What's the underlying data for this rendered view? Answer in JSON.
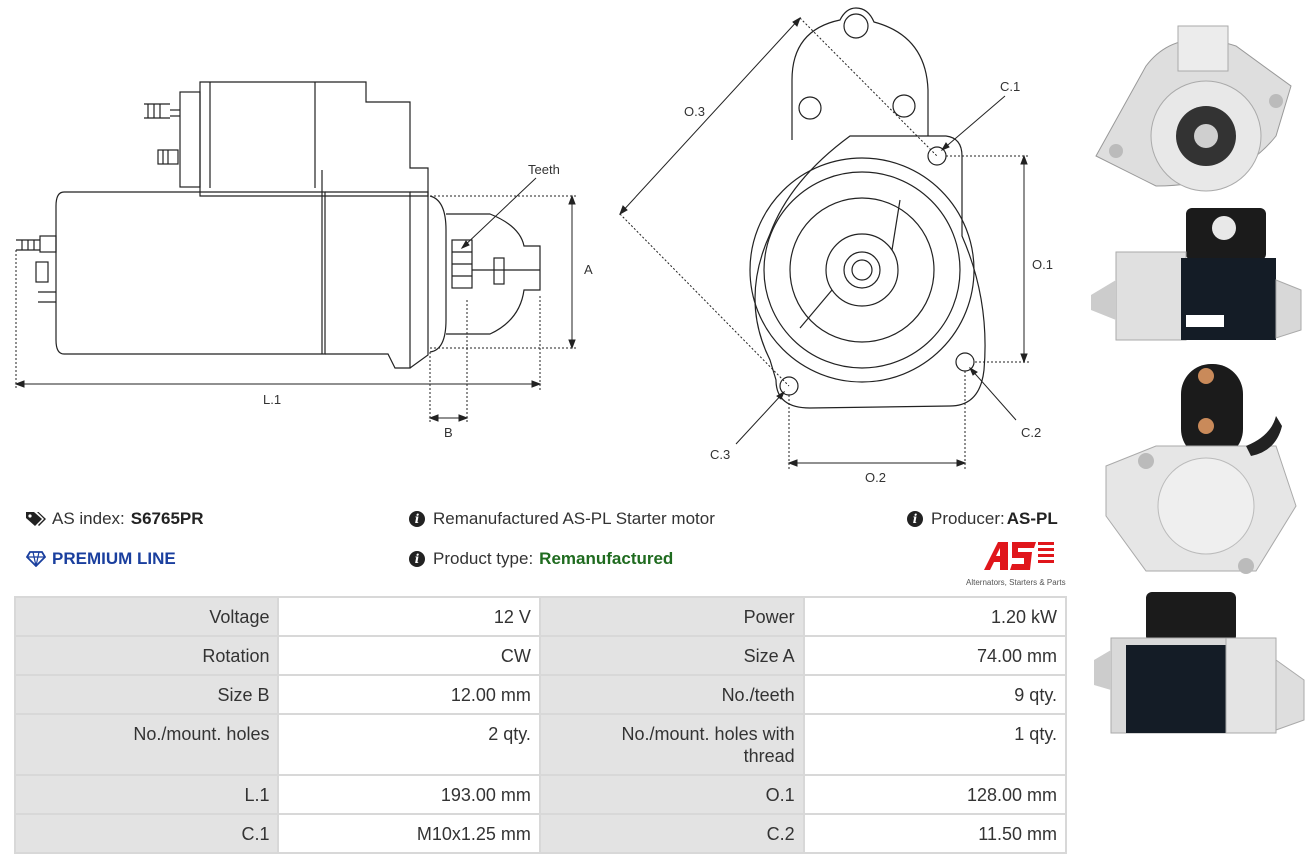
{
  "diagram_labels": {
    "teeth": "Teeth",
    "a": "A",
    "b": "B",
    "l1": "L.1",
    "o1": "O.1",
    "o2": "O.2",
    "o3": "O.3",
    "c1": "C.1",
    "c2": "C.2",
    "c3": "C.3"
  },
  "info": {
    "as_index_label": "AS index:",
    "as_index_value": "S6765PR",
    "premium_line": "PREMIUM LINE",
    "description": "Remanufactured AS-PL Starter motor",
    "product_type_label": "Product type:",
    "product_type_value": "Remanufactured",
    "producer_label": "Producer:",
    "producer_value": "AS-PL",
    "logo_tagline": "Alternators, Starters & Parts"
  },
  "specs": [
    {
      "k1": "Voltage",
      "v1": "12 V",
      "k2": "Power",
      "v2": "1.20 kW"
    },
    {
      "k1": "Rotation",
      "v1": "CW",
      "k2": "Size A",
      "v2": "74.00 mm"
    },
    {
      "k1": "Size B",
      "v1": "12.00 mm",
      "k2": "No./teeth",
      "v2": "9 qty."
    },
    {
      "k1": "No./mount. holes",
      "v1": "2 qty.",
      "k2": "No./mount. holes with thread",
      "v2": "1 qty."
    },
    {
      "k1": "L.1",
      "v1": "193.00 mm",
      "k2": "O.1",
      "v2": "128.00 mm"
    },
    {
      "k1": "C.1",
      "v1": "M10x1.25 mm",
      "k2": "C.2",
      "v2": "11.50 mm"
    }
  ],
  "colors": {
    "premium": "#1a3f9e",
    "product_type": "#1f6b1f",
    "logo_red": "#e0161b"
  }
}
